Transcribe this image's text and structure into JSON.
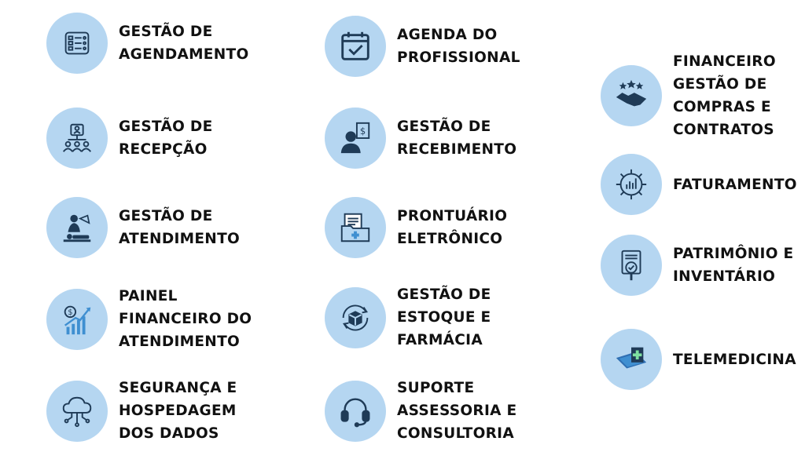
{
  "colors": {
    "circle": "#b5d6f1",
    "icon_dark": "#1f3b57",
    "icon_blue": "#3f8fd1",
    "text": "#111111"
  },
  "features": [
    {
      "icon": "checklist-icon",
      "lines": [
        "GESTÃO DE",
        "AGENDAMENTO"
      ]
    },
    {
      "icon": "calendar-check-icon",
      "lines": [
        "AGENDA DO",
        "PROFISSIONAL"
      ]
    },
    {
      "icon": "handshake-stars-icon",
      "lines": [
        "FINANCEIRO",
        "GESTÃO DE",
        "COMPRAS E",
        "CONTRATOS"
      ]
    },
    {
      "icon": "reception-group-icon",
      "lines": [
        "GESTÃO DE",
        "RECEPÇÃO"
      ]
    },
    {
      "icon": "person-receipt-icon",
      "lines": [
        "GESTÃO DE",
        "RECEBIMENTO"
      ]
    },
    {
      "icon": "gear-chart-icon",
      "lines": [
        "FATURAMENTO"
      ]
    },
    {
      "icon": "patient-care-icon",
      "lines": [
        "GESTÃO DE",
        "ATENDIMENTO"
      ]
    },
    {
      "icon": "medical-folder-icon",
      "lines": [
        "PRONTUÁRIO",
        "ELETRÔNICO"
      ]
    },
    {
      "icon": "document-magnifier-icon",
      "lines": [
        "PATRIMÔNIO E",
        "INVENTÁRIO"
      ]
    },
    {
      "icon": "growth-chart-icon",
      "lines": [
        "PAINEL",
        "FINANCEIRO DO",
        "ATENDIMENTO"
      ]
    },
    {
      "icon": "box-cycle-icon",
      "lines": [
        "GESTÃO DE",
        "ESTOQUE E",
        "FARMÁCIA"
      ]
    },
    {
      "icon": "telemedicine-tablet-icon",
      "lines": [
        "TELEMEDICINA"
      ]
    },
    {
      "icon": "cloud-network-icon",
      "lines": [
        "SEGURANÇA E",
        "HOSPEDAGEM",
        "DOS DADOS"
      ]
    },
    {
      "icon": "headset-icon",
      "lines": [
        "SUPORTE",
        "ASSESSORIA E",
        "CONSULTORIA"
      ]
    }
  ]
}
